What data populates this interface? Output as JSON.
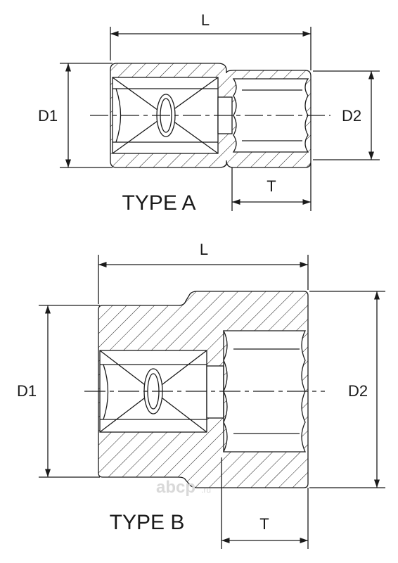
{
  "type_a": {
    "title": "TYPE A",
    "dims": {
      "length": "L",
      "outer_diameter": "D1",
      "drive_diameter": "D2",
      "drive_depth": "T"
    }
  },
  "type_b": {
    "title": "TYPE B",
    "dims": {
      "length": "L",
      "outer_diameter": "D1",
      "drive_diameter": "D2",
      "drive_depth": "T"
    }
  },
  "watermark": {
    "brand": "abcp",
    "domain": ".ru"
  },
  "colors": {
    "line": "#1a1a1a",
    "watermark": "#d9d9d9",
    "background": "#ffffff"
  }
}
